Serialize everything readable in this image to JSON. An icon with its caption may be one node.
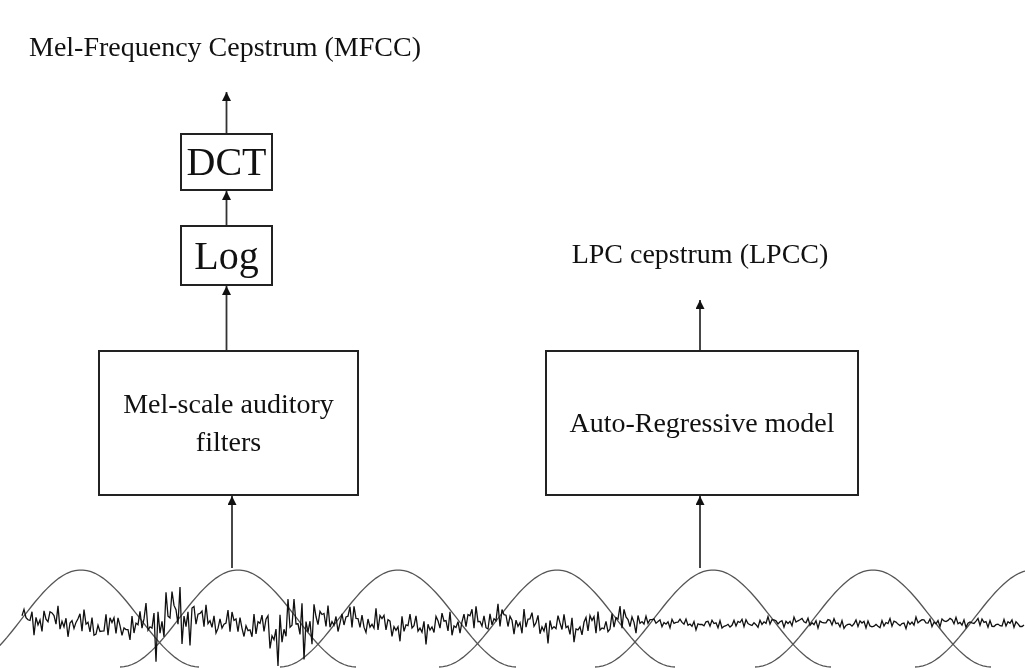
{
  "diagram": {
    "nodes": [
      {
        "text": [
          "Mel-Frequency Cepstrum (MFCC)"
        ]
      },
      {
        "text": [
          "DCT"
        ]
      },
      {
        "text": [
          "Log"
        ]
      },
      {
        "text": [
          "Mel-scale auditory filters"
        ]
      },
      {
        "text": [
          "LPC cepstrum (LPCC)"
        ]
      },
      {
        "text": [
          "Auto-Regressive model"
        ]
      },
      {
        "text": [],
        "shape": "picture"
      }
    ],
    "edges": [
      {
        "from": 6,
        "to": 3,
        "arrow": "to"
      },
      {
        "from": 3,
        "to": 2,
        "arrow": "to"
      },
      {
        "from": 2,
        "to": 1,
        "arrow": "to"
      },
      {
        "from": 1,
        "to": 0,
        "arrow": "to"
      },
      {
        "from": 6,
        "to": 5,
        "arrow": "to"
      },
      {
        "from": 5,
        "to": 4,
        "arrow": "to"
      }
    ]
  }
}
